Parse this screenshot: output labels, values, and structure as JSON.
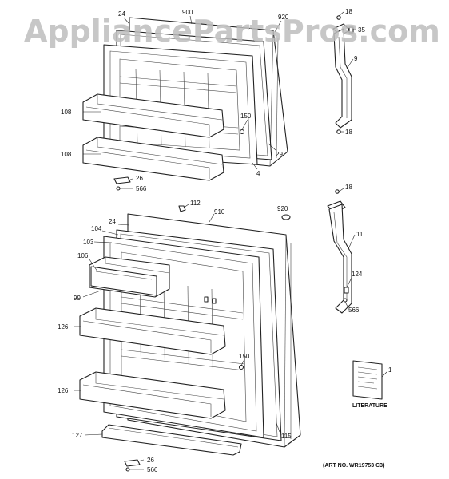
{
  "watermark": "AppliancePartsPros.com",
  "art_number": "(ART NO. WR19753 C3)",
  "literature_caption": "LITERATURE",
  "callouts": {
    "freezer": {
      "c24": "24",
      "c900": "900",
      "c920": "920",
      "c108a": "108",
      "c108b": "108",
      "c150": "150",
      "c29": "29",
      "c4": "4",
      "c26": "26",
      "c566": "566"
    },
    "fresh": {
      "c112": "112",
      "c910": "910",
      "c920": "920",
      "c24": "24",
      "c104": "104",
      "c103": "103",
      "c106": "106",
      "c99": "99",
      "c126a": "126",
      "c126b": "126",
      "c150": "150",
      "c127": "127",
      "c115": "115",
      "c26": "26",
      "c566": "566"
    },
    "top_handle": {
      "c18a": "18",
      "c35": "35",
      "c9": "9",
      "c18b": "18"
    },
    "bottom_handle": {
      "c18": "18",
      "c11": "11",
      "c124": "124",
      "c566": "566"
    },
    "manual": {
      "c1": "1"
    }
  }
}
